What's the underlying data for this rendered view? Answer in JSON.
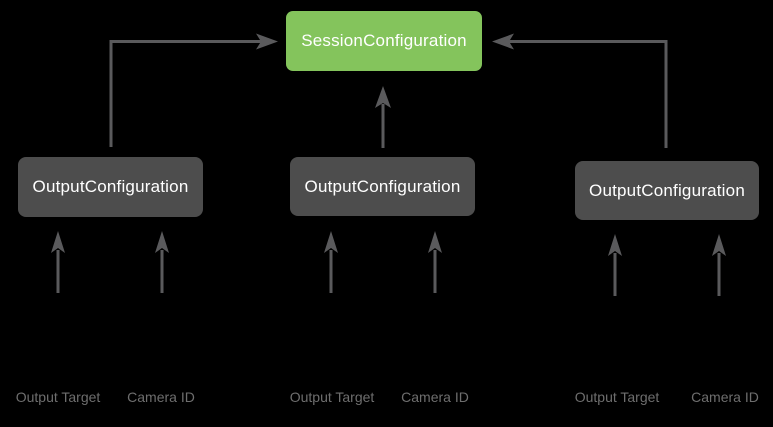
{
  "diagram": {
    "session_box": {
      "label": "SessionConfiguration"
    },
    "output_boxes": [
      {
        "label": "OutputConfiguration",
        "inputs": [
          {
            "label": "Output Target"
          },
          {
            "label": "Camera ID"
          }
        ]
      },
      {
        "label": "OutputConfiguration",
        "inputs": [
          {
            "label": "Output Target"
          },
          {
            "label": "Camera ID"
          }
        ]
      },
      {
        "label": "OutputConfiguration",
        "inputs": [
          {
            "label": "Output Target"
          },
          {
            "label": "Camera ID"
          }
        ]
      }
    ],
    "colors": {
      "background": "#000000",
      "session_box_fill": "#84c45c",
      "output_box_fill": "#4d4d4d",
      "connector": "#5a5a5c",
      "input_label_text": "#6e6e6e",
      "box_text": "#ffffff"
    }
  }
}
